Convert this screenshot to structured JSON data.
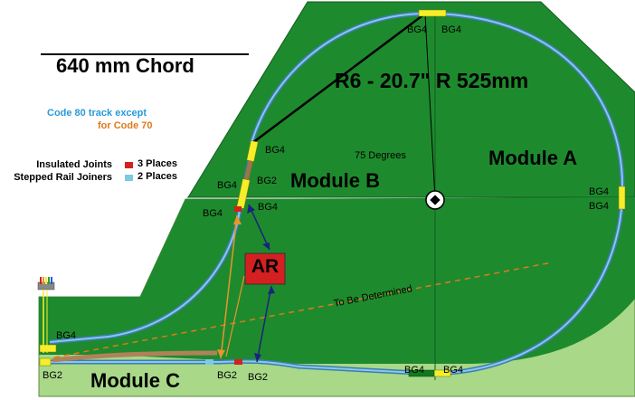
{
  "chord": {
    "label": "640 mm Chord"
  },
  "radius": {
    "label": "R6 - 20.7\" R  525mm"
  },
  "note": {
    "line1": "Code 80 track except",
    "line2": "for Code 70"
  },
  "legend": {
    "insulated": {
      "label": "Insulated Joints",
      "count": "3 Places",
      "color": "#d42020"
    },
    "stepped": {
      "label": "Stepped Rail Joiners",
      "count": "2 Places",
      "color": "#7ec8e8"
    }
  },
  "angle": {
    "label": "75 Degrees"
  },
  "modules": {
    "a": "Module A",
    "b": "Module B",
    "c": "Module C"
  },
  "ar": {
    "label": "AR"
  },
  "tbd": {
    "label": "To Be Determined"
  },
  "bg_labels": {
    "top_left": "BG4",
    "top_right": "BG4",
    "right_upper": "BG4",
    "right_lower": "BG4",
    "b_bg4": "BG4",
    "b_bg2": "BG2",
    "b_left_bg4": "BG4",
    "b_left2_bg4": "BG4",
    "left_bg4": "BG4",
    "c_left_bg4": "BG4",
    "c_bg2_a": "BG2",
    "c_bg2_b": "BG2",
    "bottom_bg2": "BG2",
    "bottom_bg4": "BG4"
  },
  "colors": {
    "board_dark": "#1e8a2e",
    "board_light": "#a8d888",
    "track": "#5b9fcc",
    "gap_yellow": "#f6ee2a",
    "ar_red": "#d42020",
    "arrow_navy": "#1a237e",
    "arrow_orange": "#e8962a"
  }
}
